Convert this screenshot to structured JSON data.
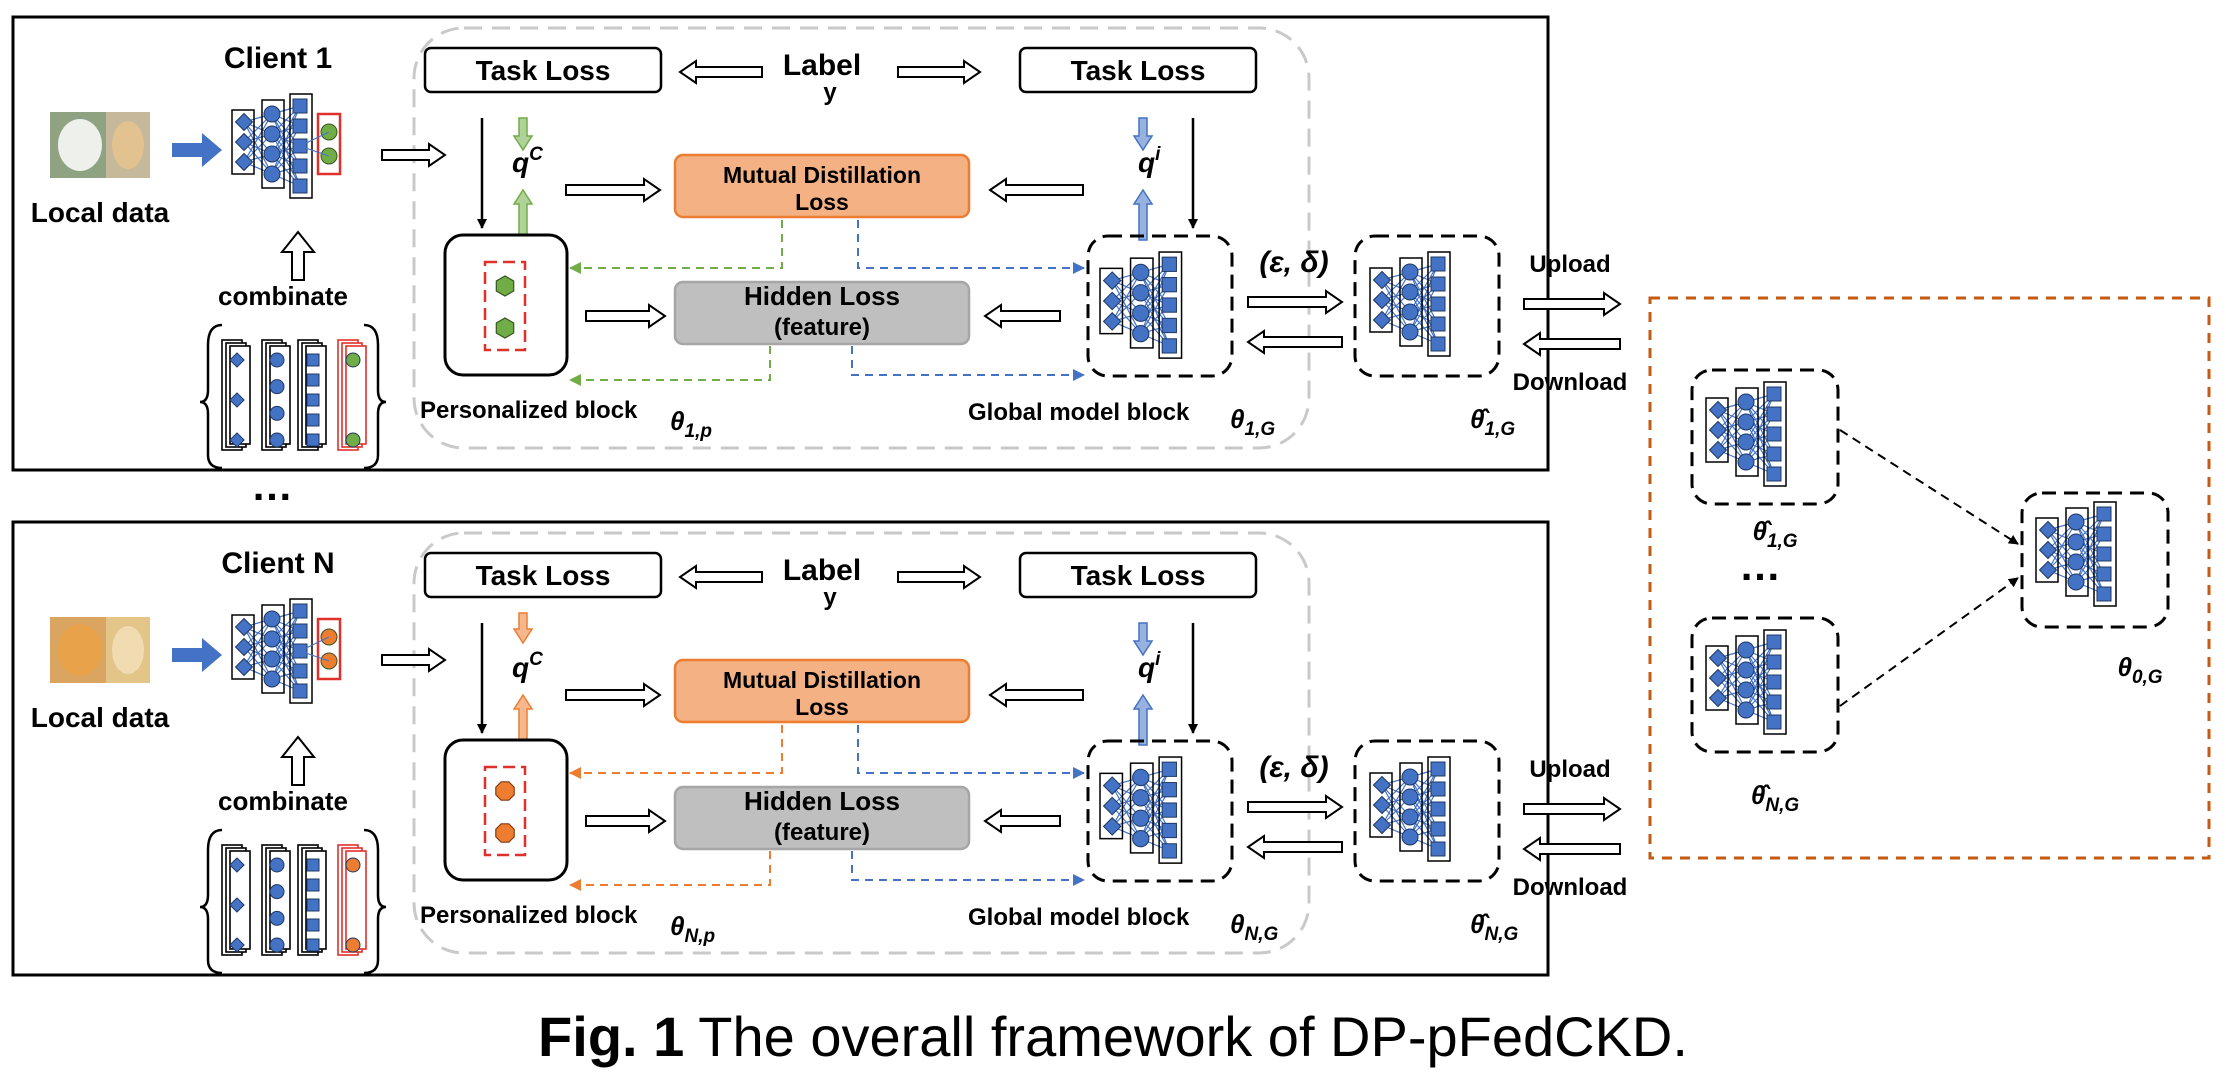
{
  "clients": [
    {
      "title": "Client 1",
      "local_data": "Local data",
      "combinate": "combinate",
      "task_loss_left": "Task Loss",
      "task_loss_right": "Task Loss",
      "label": "Label",
      "label_var": "y",
      "mutual_line1": "Mutual Distillation",
      "mutual_line2": "Loss",
      "hidden_line1": "Hidden Loss",
      "hidden_line2": "(feature)",
      "personalized": "Personalized block",
      "global_block": "Global model block",
      "q_c": "q",
      "q_c_sup": "C",
      "q_i": "q",
      "q_i_sup": "i",
      "theta_p": "θ",
      "theta_p_sub": "1,p",
      "theta_g": "θ",
      "theta_g_sub": "1,G",
      "theta_hat": "θ̂",
      "theta_hat_sub": "1,G",
      "eps_delta": "(ε, δ)",
      "upload": "Upload",
      "download": "Download",
      "accent": "#70ad47"
    },
    {
      "title": "Client N",
      "local_data": "Local data",
      "combinate": "combinate",
      "task_loss_left": "Task Loss",
      "task_loss_right": "Task Loss",
      "label": "Label",
      "label_var": "y",
      "mutual_line1": "Mutual Distillation",
      "mutual_line2": "Loss",
      "hidden_line1": "Hidden Loss",
      "hidden_line2": "(feature)",
      "personalized": "Personalized block",
      "global_block": "Global model block",
      "q_c": "q",
      "q_c_sup": "C",
      "q_i": "q",
      "q_i_sup": "i",
      "theta_p": "θ",
      "theta_p_sub": "N,p",
      "theta_g": "θ",
      "theta_g_sub": "N,G",
      "theta_hat": "θ̂",
      "theta_hat_sub": "N,G",
      "eps_delta": "(ε, δ)",
      "upload": "Upload",
      "download": "Download",
      "accent": "#ed7d31"
    }
  ],
  "ellipsis": "…",
  "server": {
    "theta_1": "θ̂",
    "theta_1_sub": "1,G",
    "dots": "…",
    "theta_n": "θ̂",
    "theta_n_sub": "N,G",
    "theta_0": "θ",
    "theta_0_sub": "0,G"
  },
  "caption": {
    "fig": "Fig. 1",
    "text": "The overall framework of DP-pFedCKD."
  },
  "colors": {
    "blue": "#4472c4",
    "blue_dark": "#2f5597",
    "mutual_fill": "#f4b183",
    "mutual_stroke": "#ed7d31",
    "hidden_fill": "#bfbfbf",
    "hidden_stroke": "#a6a6a6",
    "server_dashed": "#c55a11",
    "client_region": "#c9c9c9"
  }
}
